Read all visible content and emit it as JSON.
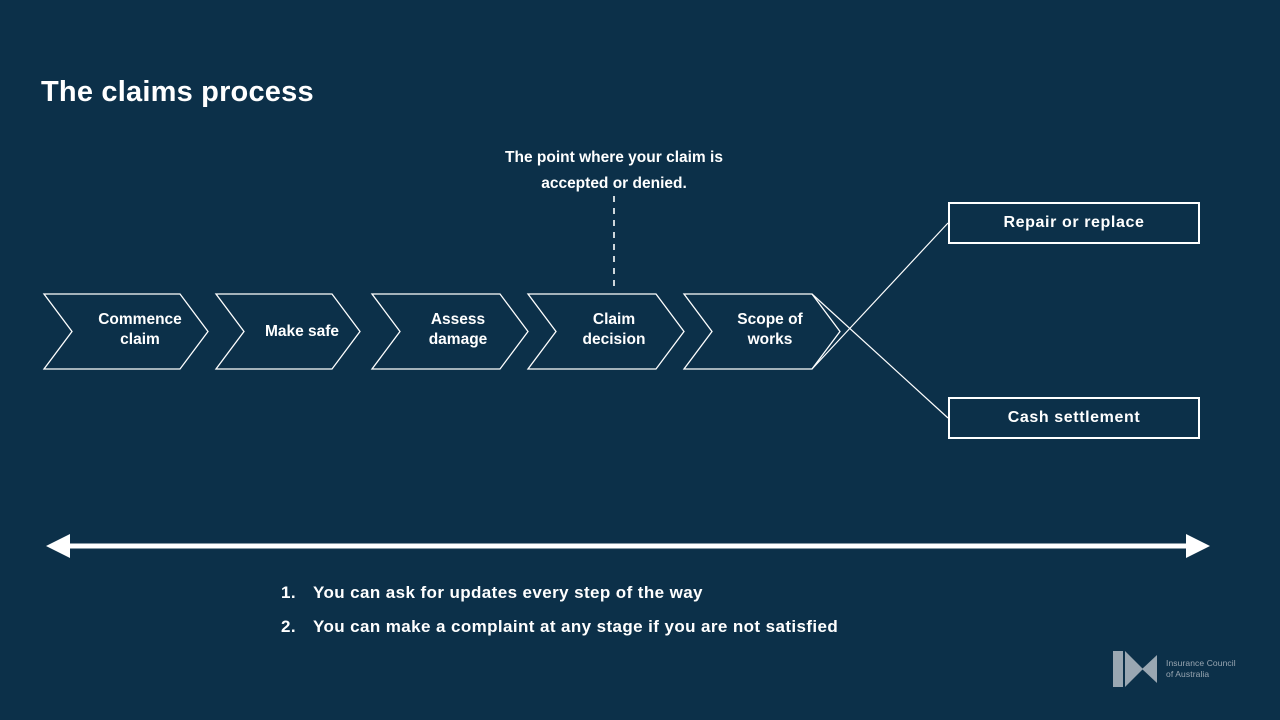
{
  "slide": {
    "title": "The claims process",
    "background_color": "#0c3049",
    "line_color": "#ffffff",
    "text_color": "#ffffff"
  },
  "callout": {
    "text": "The point where your claim is accepted or denied.",
    "line_1": "The point where your claim is",
    "line_2": "accepted or denied.",
    "points_to_step": "Claim decision",
    "connector": "dashed-vertical-line"
  },
  "process": {
    "steps": [
      {
        "id": "commence-claim",
        "line_1": "Commence",
        "line_2": "claim"
      },
      {
        "id": "make-safe",
        "line_1": "Make safe",
        "line_2": ""
      },
      {
        "id": "assess-damage",
        "line_1": "Assess",
        "line_2": "damage"
      },
      {
        "id": "claim-decision",
        "line_1": "Claim",
        "line_2": "decision"
      },
      {
        "id": "scope-of-works",
        "line_1": "Scope of",
        "line_2": "works"
      }
    ]
  },
  "outcomes": [
    {
      "id": "repair-or-replace",
      "label": "Repair or replace"
    },
    {
      "id": "cash-settlement",
      "label": "Cash settlement"
    }
  ],
  "timeline_arrow": {
    "direction": "double-headed",
    "orientation": "horizontal"
  },
  "notes": [
    {
      "number": "1.",
      "text": "You can ask for updates every step of the way"
    },
    {
      "number": "2.",
      "text": "You can make a complaint at any stage if you are not satisfied"
    }
  ],
  "logo": {
    "name": "insurance-council-of-australia",
    "line_1": "Insurance Council",
    "line_2": "of Australia",
    "color": "#9aa7b2"
  }
}
